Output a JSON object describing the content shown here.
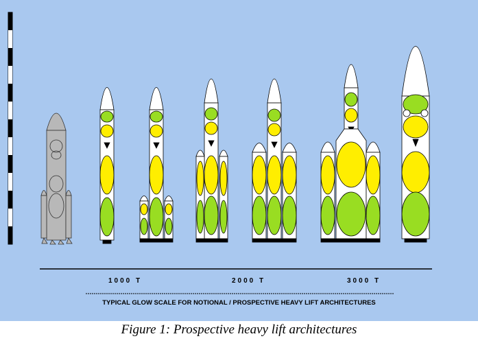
{
  "figure": {
    "caption": "Figure 1: Prospective heavy lift architectures",
    "scale_title": "TYPICAL GLOW SCALE FOR NOTIONAL / PROSPECTIVE HEAVY LIFT ARCHITECTURES",
    "scale_labels": [
      "1000 T",
      "2000 T",
      "3000 T"
    ]
  },
  "colors": {
    "background": "#a9c8ef",
    "lox_tank": "#99dd22",
    "fuel_tank": "#ffee00",
    "reference_vehicle": "#b8b8b8",
    "body": "#ffffff"
  },
  "vehicles": [
    {
      "id": "reference",
      "style": "gray"
    },
    {
      "id": "single-core",
      "style": "core"
    },
    {
      "id": "core-with-short-boosters",
      "style": "boosters-short"
    },
    {
      "id": "core-with-long-boosters",
      "style": "boosters-long"
    },
    {
      "id": "core-with-side-cores",
      "style": "side-cores"
    },
    {
      "id": "wide-core-with-boosters",
      "style": "wide-boosters"
    },
    {
      "id": "super-heavy-single-core",
      "style": "super"
    }
  ]
}
